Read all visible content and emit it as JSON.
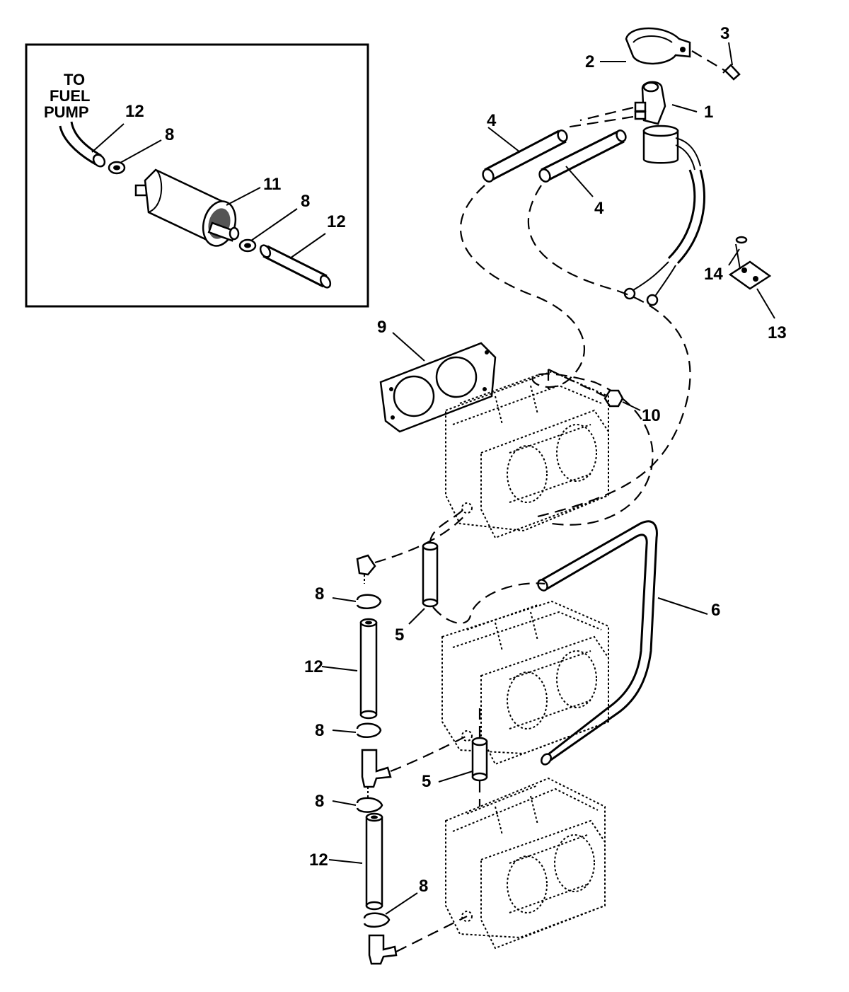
{
  "inset": {
    "caption_line1": "TO",
    "caption_line2": "FUEL",
    "caption_line3": "PUMP"
  },
  "labels": {
    "p1": "1",
    "p2": "2",
    "p3": "3",
    "p4a": "4",
    "p4b": "4",
    "p5a": "5",
    "p5b": "5",
    "p6": "6",
    "p8_inset_a": "8",
    "p8_inset_b": "8",
    "p8a": "8",
    "p8b": "8",
    "p8c": "8",
    "p8d": "8",
    "p9": "9",
    "p10": "10",
    "p11": "11",
    "p12_inset_a": "12",
    "p12_inset_b": "12",
    "p12a": "12",
    "p12b": "12",
    "p13": "13",
    "p14": "14"
  }
}
